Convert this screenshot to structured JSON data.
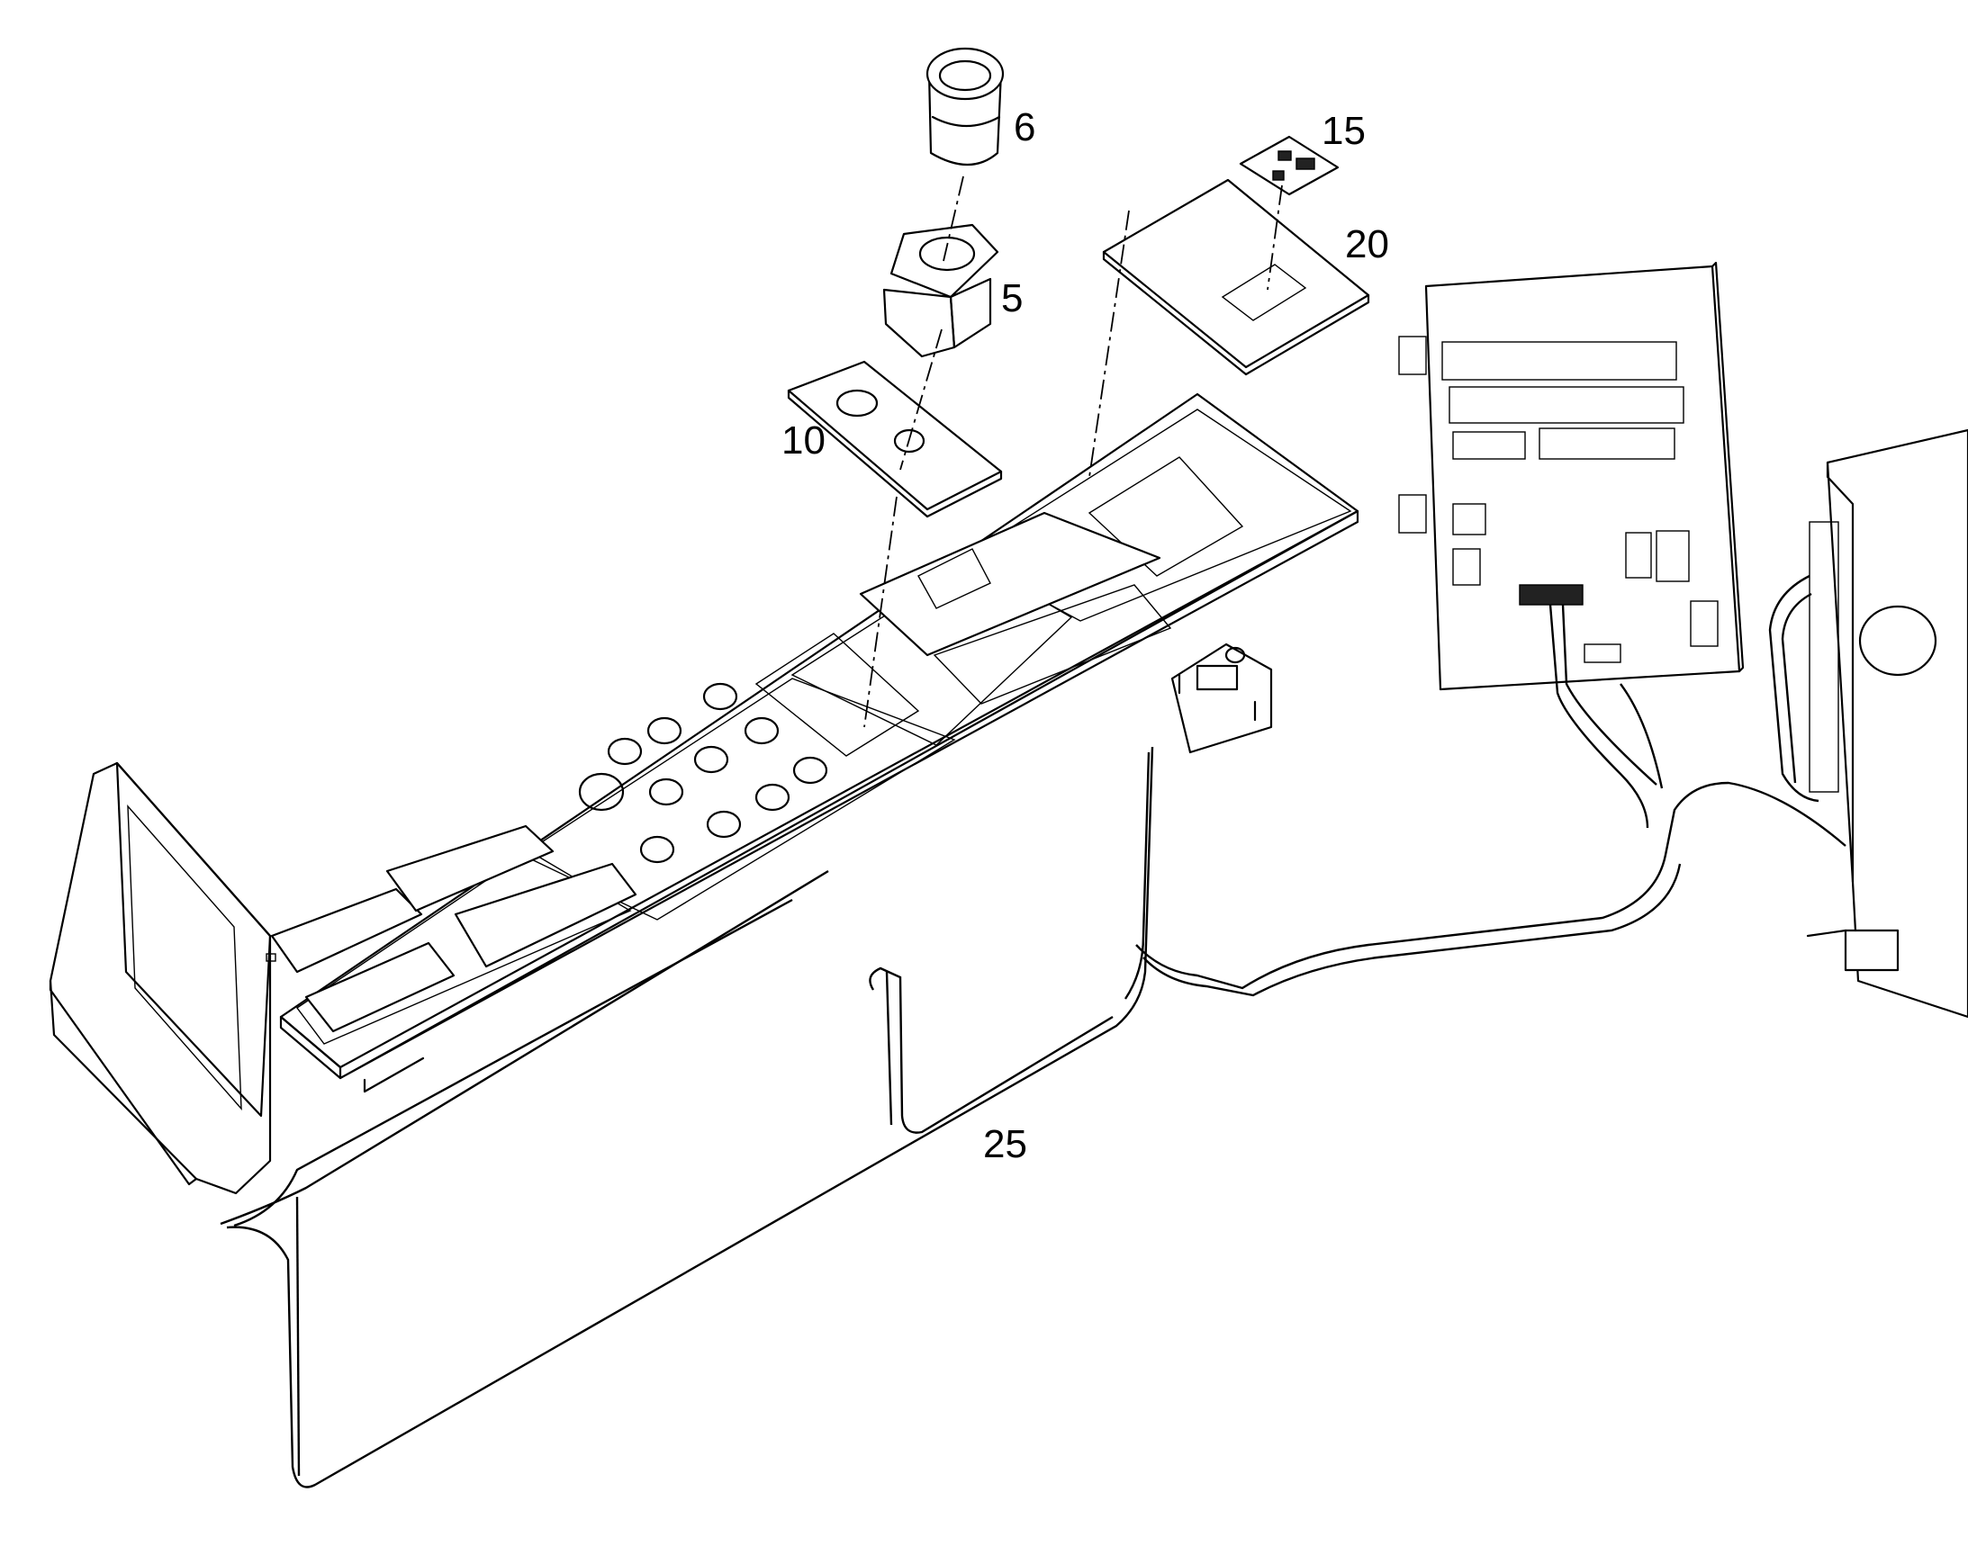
{
  "callouts": {
    "part_6": "6",
    "part_15": "15",
    "part_20": "20",
    "part_5": "5",
    "part_10": "10",
    "part_25": "25"
  }
}
